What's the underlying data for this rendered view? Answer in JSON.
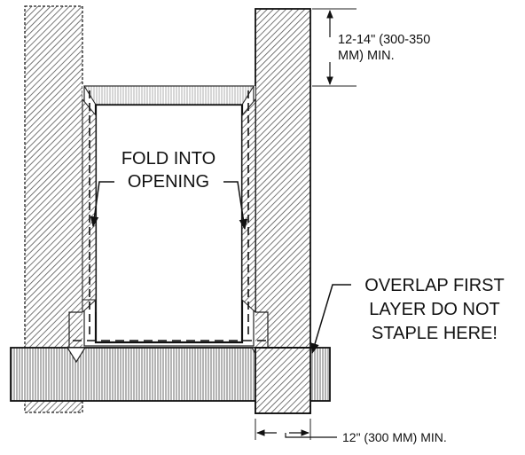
{
  "labels": {
    "clearance_top_line1": "12-14\" (300-350",
    "clearance_top_line2": "MM) MIN.",
    "fold_line1": "FOLD INTO",
    "fold_line2": "OPENING",
    "overlap_line1": "OVERLAP FIRST",
    "overlap_line2": "LAYER DO NOT",
    "overlap_line3": "STAPLE HERE!",
    "clearance_bottom": "12\" (300 MM) MIN."
  }
}
